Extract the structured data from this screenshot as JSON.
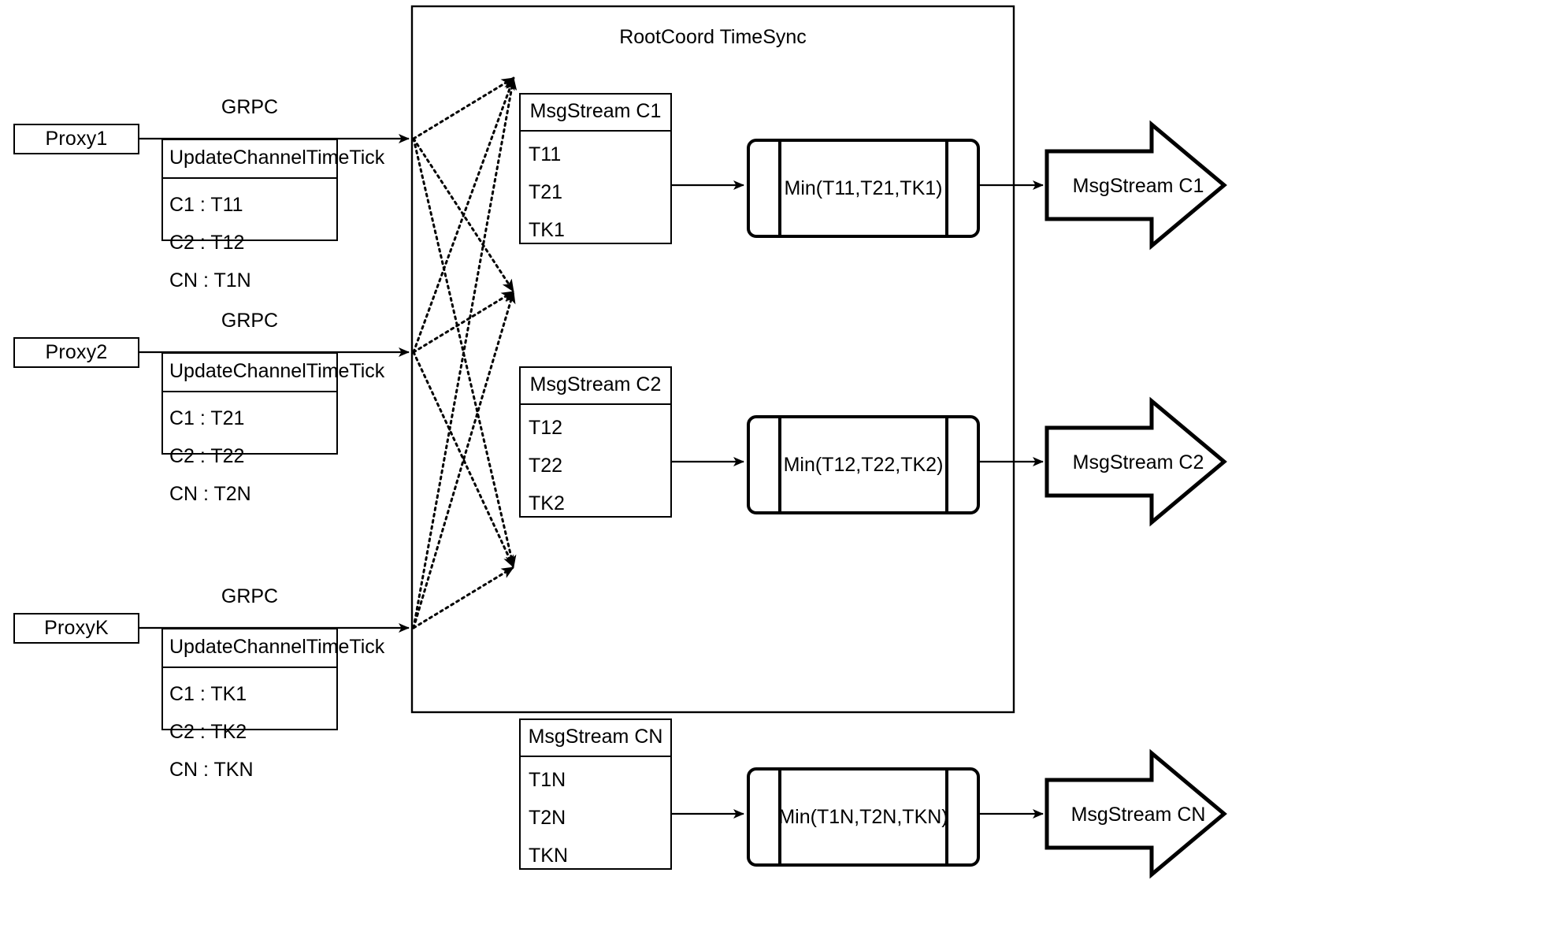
{
  "diagram": {
    "title": "RootCoord TimeSync",
    "container_label": "RootCoord TimeSync",
    "type": "flow-diagram"
  },
  "proxies": [
    {
      "name": "Proxy1",
      "link_label": "GRPC",
      "message": {
        "title": "UpdateChannelTimeTick",
        "rows": [
          "C1 :  T11",
          "C2 :  T12",
          "CN : T1N"
        ]
      }
    },
    {
      "name": "Proxy2",
      "link_label": "GRPC",
      "message": {
        "title": "UpdateChannelTimeTick",
        "rows": [
          "C1 :  T21",
          "C2 :  T22",
          "CN : T2N"
        ]
      }
    },
    {
      "name": "ProxyK",
      "link_label": "GRPC",
      "message": {
        "title": "UpdateChannelTimeTick",
        "rows": [
          "C1 :  TK1",
          "C2 :  TK2",
          "CN : TKN"
        ]
      }
    }
  ],
  "channels": [
    {
      "stream": {
        "title": "MsgStream C1",
        "rows": [
          "T11",
          "T21",
          "TK1"
        ]
      },
      "aggregator": "Min(T11,T21,TK1)",
      "output": "MsgStream C1"
    },
    {
      "stream": {
        "title": "MsgStream C2",
        "rows": [
          "T12",
          "T22",
          "TK2"
        ]
      },
      "aggregator": "Min(T12,T22,TK2)",
      "output": "MsgStream C2"
    },
    {
      "stream": {
        "title": "MsgStream CN",
        "rows": [
          "T1N",
          "T2N",
          "TKN"
        ]
      },
      "aggregator": "Min(T1N,T2N,TKN)",
      "output": "MsgStream CN"
    }
  ],
  "colors": {
    "stroke": "#000000",
    "background": "#ffffff"
  }
}
